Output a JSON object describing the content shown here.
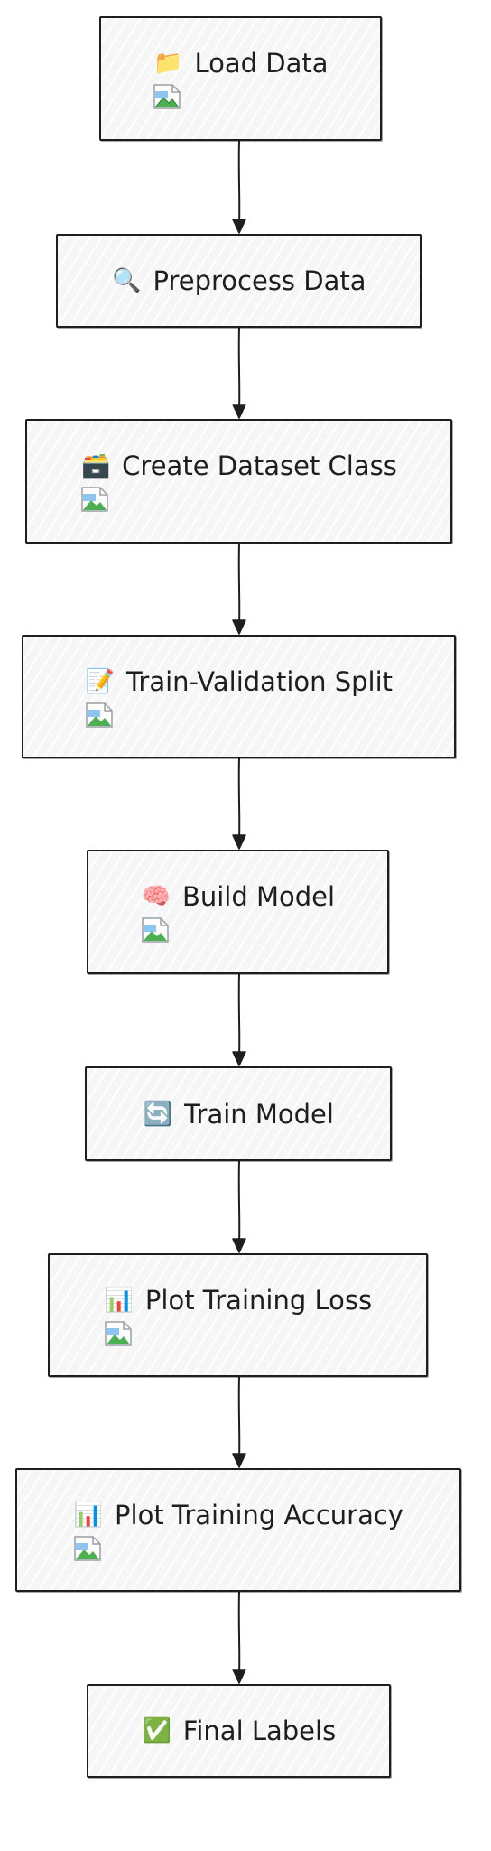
{
  "flow": {
    "steps": [
      {
        "label": "Load Data",
        "icon": "folder-icon",
        "glyph": "📁",
        "has_image": true
      },
      {
        "label": "Preprocess Data",
        "icon": "magnifier-icon",
        "glyph": "🔍",
        "has_image": false
      },
      {
        "label": "Create Dataset Class",
        "icon": "card-file-box-icon",
        "glyph": "🗃️",
        "has_image": true
      },
      {
        "label": "Train-Validation Split",
        "icon": "memo-icon",
        "glyph": "📝",
        "has_image": true
      },
      {
        "label": "Build Model",
        "icon": "brain-icon",
        "glyph": "🧠",
        "has_image": true
      },
      {
        "label": "Train Model",
        "icon": "cycle-arrows-icon",
        "glyph": "🔄",
        "has_image": false
      },
      {
        "label": "Plot Training Loss",
        "icon": "bar-chart-icon",
        "glyph": "📊",
        "has_image": true
      },
      {
        "label": "Plot Training Accuracy",
        "icon": "bar-chart-icon",
        "glyph": "📊",
        "has_image": true
      },
      {
        "label": "Final Labels",
        "icon": "check-mark-icon",
        "glyph": "✅",
        "has_image": false
      }
    ],
    "colors": {
      "stroke": "#1e1e1e",
      "fill": "#f6f6f6"
    }
  }
}
